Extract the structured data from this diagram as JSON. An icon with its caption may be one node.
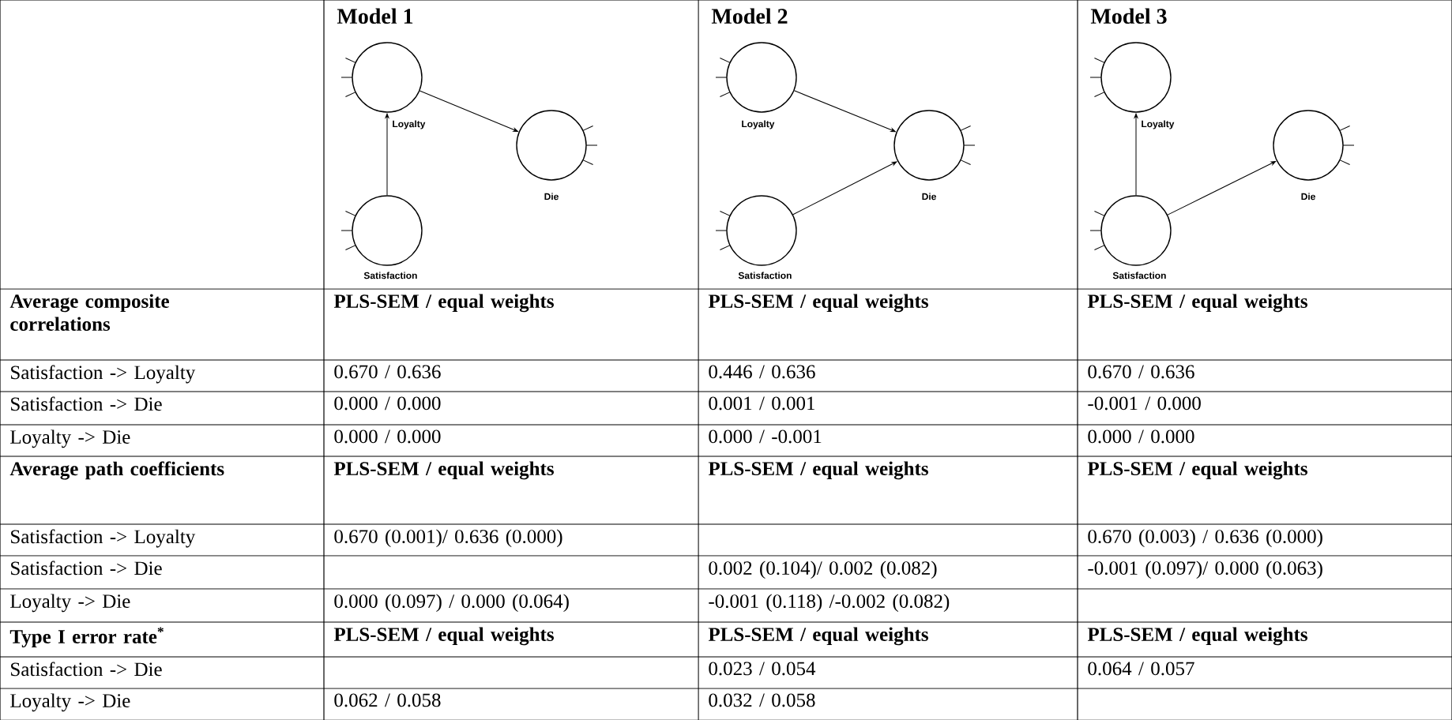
{
  "diagram": {
    "nodes": [
      {
        "text": [
          "Loyalty"
        ]
      },
      {
        "text": [
          "Die"
        ]
      },
      {
        "text": [
          "Satisfaction"
        ]
      },
      {
        "text": [
          "Loyalty"
        ]
      },
      {
        "text": [
          "Die"
        ]
      },
      {
        "text": [
          "Satisfaction"
        ]
      },
      {
        "text": [
          "Loyalty"
        ]
      },
      {
        "text": [
          "Die"
        ]
      },
      {
        "text": [
          "Satisfaction"
        ]
      }
    ],
    "edges": [
      {
        "from": 0,
        "to": 1,
        "arrow": "to"
      },
      {
        "from": 2,
        "to": 0,
        "arrow": "to"
      },
      {
        "from": 3,
        "to": 4,
        "arrow": "to"
      },
      {
        "from": 5,
        "to": 4,
        "arrow": "to"
      },
      {
        "from": 8,
        "to": 6,
        "arrow": "to"
      },
      {
        "from": 8,
        "to": 7,
        "arrow": "to"
      }
    ],
    "labels": [
      "Model 1",
      "Model 2",
      "Model 3",
      "Average composite correlations",
      "PLS-SEM / equal weights",
      "PLS-SEM / equal weights",
      "PLS-SEM / equal weights",
      "Satisfaction -> Loyalty",
      "0.670 / 0.636",
      "0.446 / 0.636",
      "0.670 / 0.636",
      "Satisfaction -> Die",
      "0.000 / 0.000",
      "0.001 / 0.001",
      "-0.001 / 0.000",
      "Loyalty -> Die",
      "0.000 / 0.000",
      "0.000 / -0.001",
      "0.000 / 0.000",
      "Average path coefficients",
      "PLS-SEM / equal weights",
      "PLS-SEM / equal weights",
      "PLS-SEM / equal weights",
      "Satisfaction -> Loyalty",
      "0.670 (0.001)/ 0.636 (0.000)",
      "0.670 (0.003) / 0.636 (0.000)",
      "Satisfaction -> Die",
      "0.002 (0.104)/ 0.002 (0.082)",
      "-0.001 (0.097)/ 0.000 (0.063)",
      "Loyalty -> Die",
      "0.000 (0.097) / 0.000 (0.064)",
      "-0.001 (0.118) /-0.002 (0.082)",
      "Type I error rate$^{*}$",
      "PLS-SEM / equal weights",
      "PLS-SEM / equal weights",
      "PLS-SEM / equal weights",
      "Satisfaction -> Die",
      "0.023 / 0.054",
      "0.064 / 0.057",
      "Loyalty -> Die",
      "0.062 / 0.058",
      "0.032 / 0.058"
    ]
  }
}
